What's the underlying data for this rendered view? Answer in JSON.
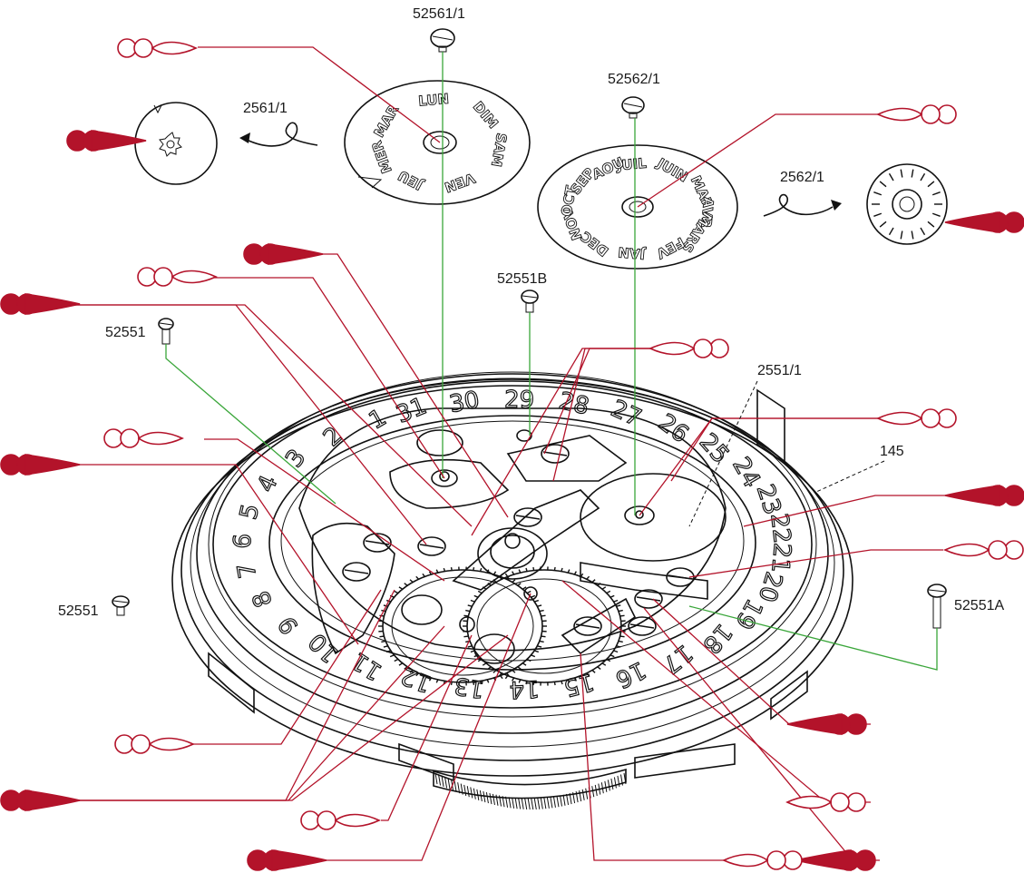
{
  "colors": {
    "leader": "#b3132a",
    "assembly_line": "#3aa63a",
    "ink": "#111111"
  },
  "part_labels": {
    "day_screw": "52561/1",
    "month_screw": "52562/1",
    "day_disc_ref": "2561/1",
    "month_disc_ref": "2562/1",
    "center_screw": "52551B",
    "left_screw_top": "52551",
    "left_screw_bottom": "52551",
    "right_screw": "52551A",
    "date_ring": "2551/1",
    "ring_ref": "145"
  },
  "day_disc": {
    "labels": [
      "LUN",
      "DIM",
      "SAM",
      "VEN",
      "JEU",
      "MER",
      "MAR"
    ]
  },
  "month_disc": {
    "labels": [
      "JUIL",
      "JUIN",
      "MAI",
      "AVR",
      "MARS",
      "FEV",
      "JAN",
      "DEC",
      "NOV",
      "OCT",
      "SEP",
      "AOU"
    ]
  },
  "date_ring": {
    "numbers": [
      "31",
      "30",
      "29",
      "28",
      "27",
      "26",
      "25",
      "24",
      "23",
      "22",
      "21",
      "20",
      "19",
      "18",
      "17",
      "16",
      "15",
      "14",
      "13",
      "12",
      "11",
      "10",
      "9",
      "8",
      "7",
      "6",
      "5",
      "4",
      "3",
      "2",
      "1"
    ]
  }
}
